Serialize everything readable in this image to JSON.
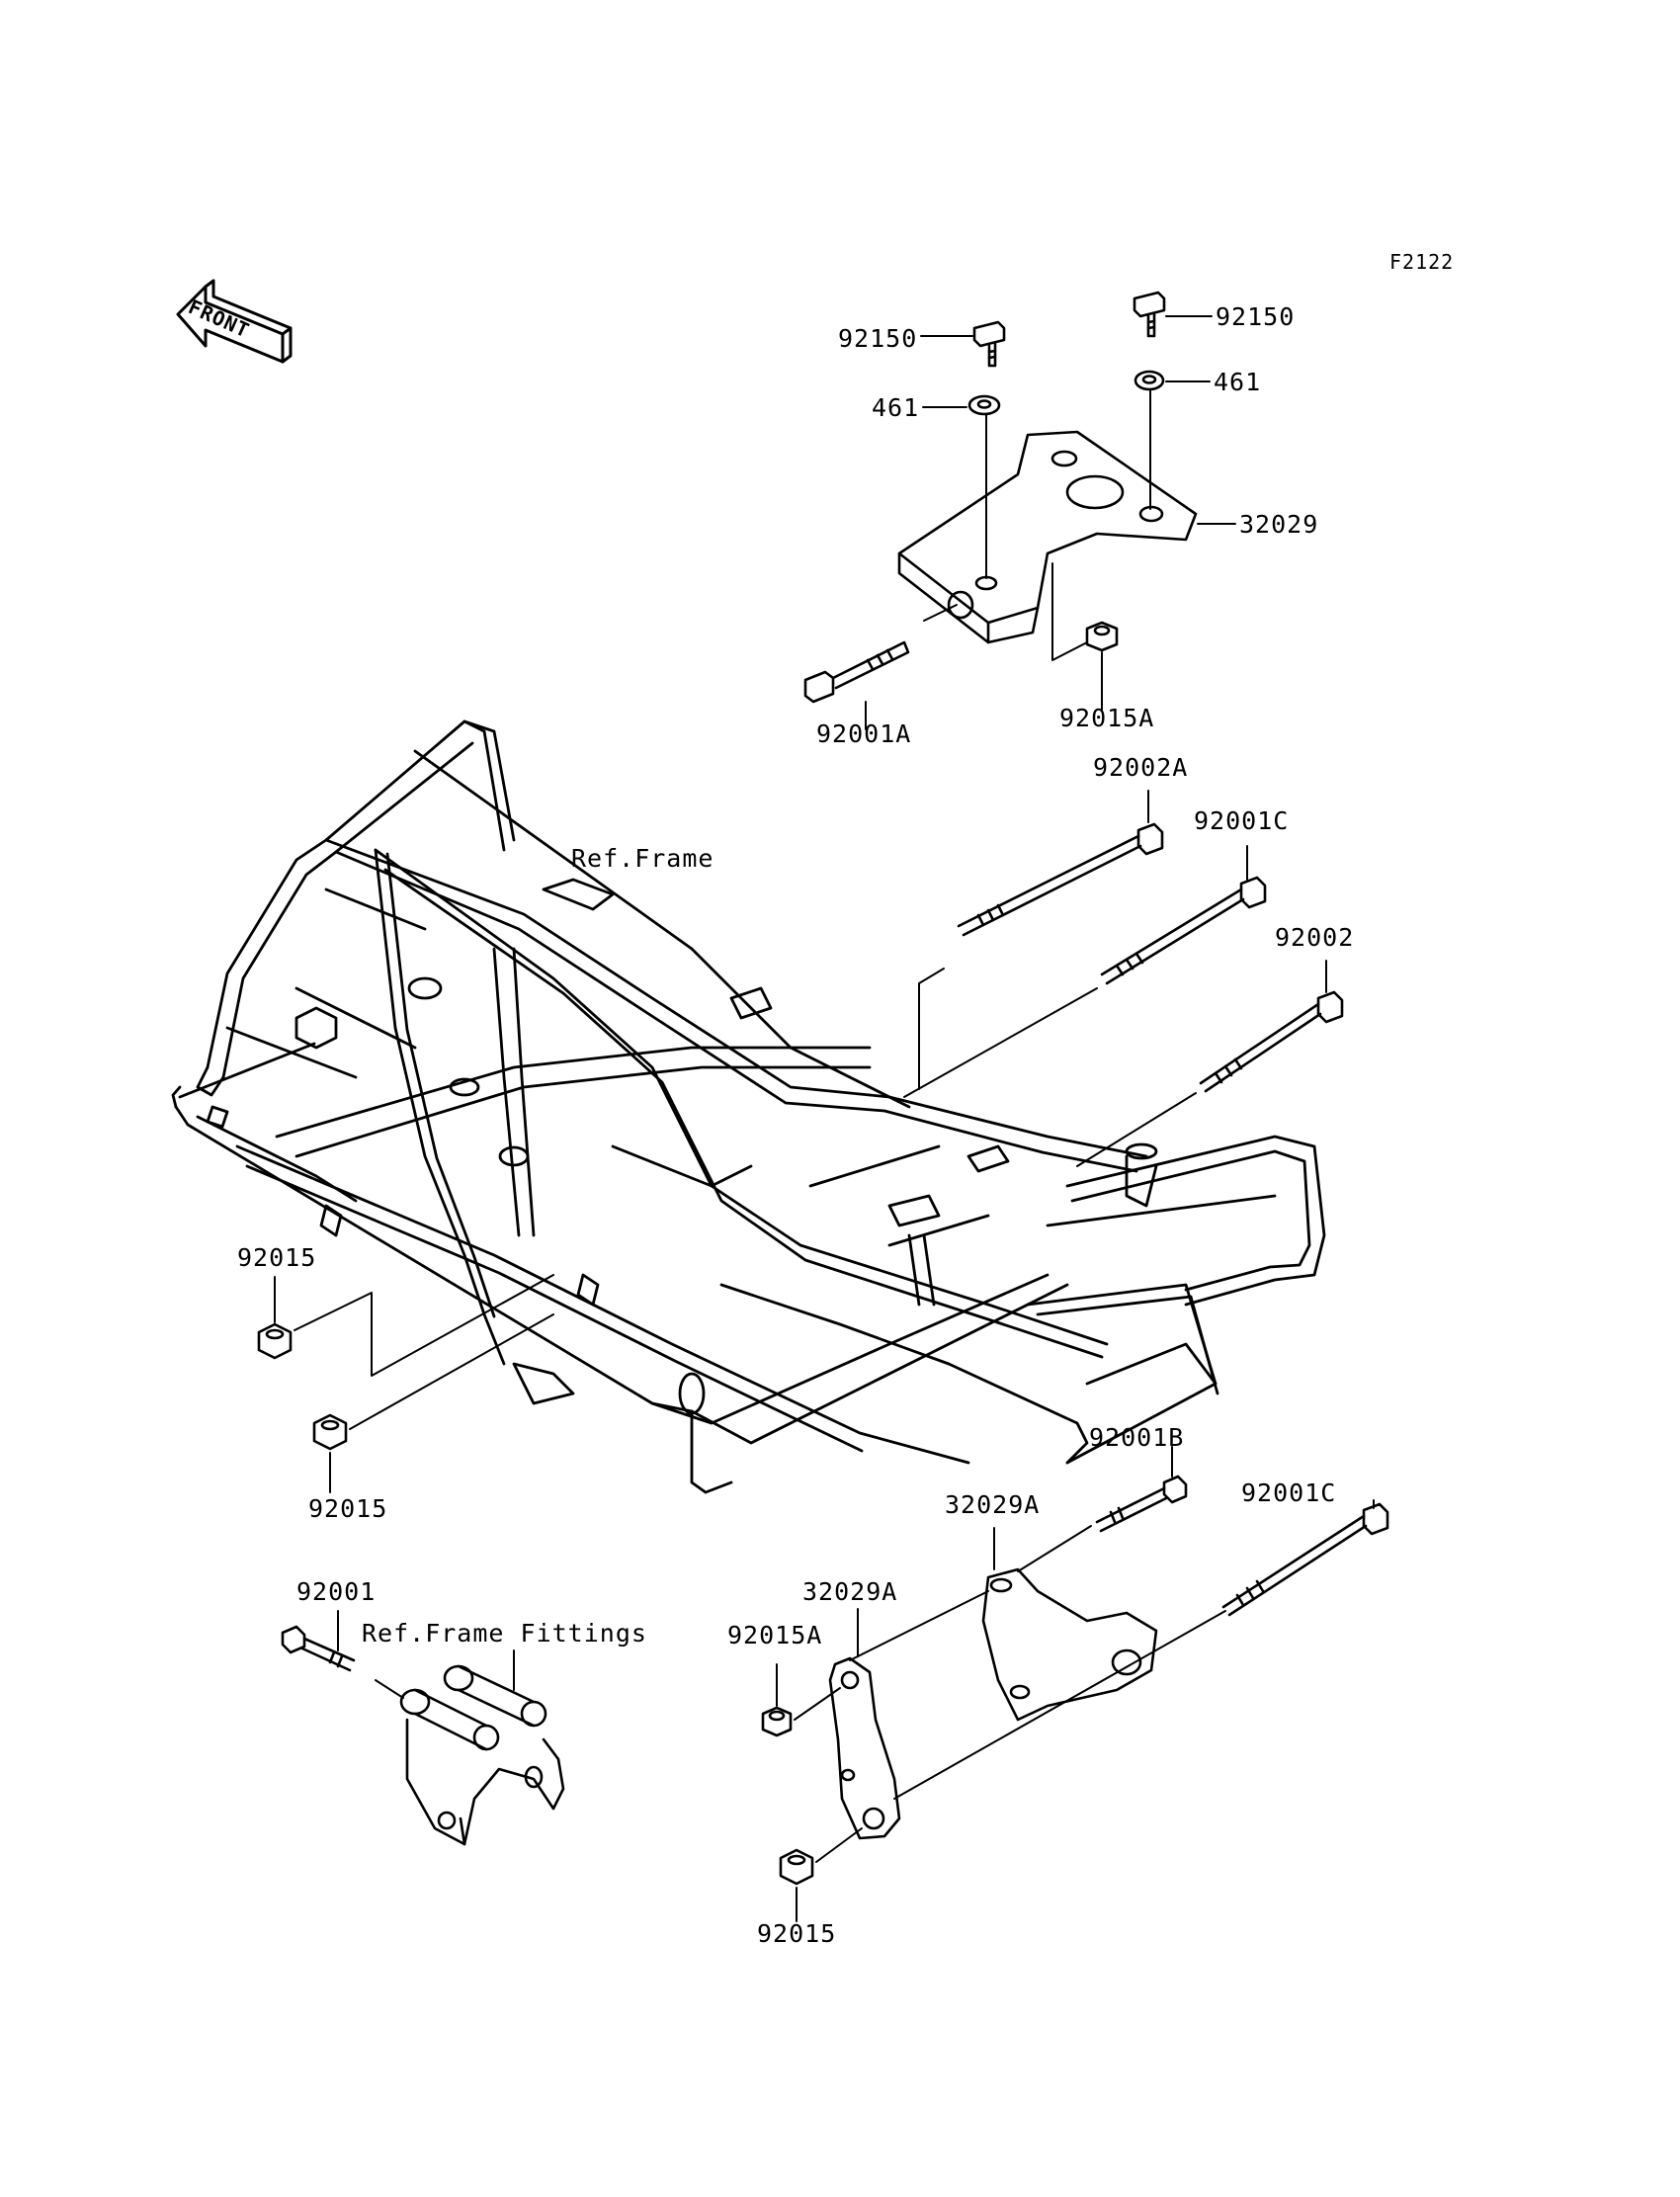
{
  "diagram": {
    "figure_code": "F2122",
    "front_label": "FRONT",
    "references": {
      "frame": "Ref.Frame",
      "frame_fittings": "Ref.Frame Fittings"
    },
    "parts": {
      "p92150_left": "92150",
      "p92150_right": "92150",
      "p461_left": "461",
      "p461_right": "461",
      "p32029": "32029",
      "p92001A": "92001A",
      "p92015A_top": "92015A",
      "p92002A": "92002A",
      "p92001C_top": "92001C",
      "p92002": "92002",
      "p92015_upper": "92015",
      "p92015_lower": "92015",
      "p92001B": "92001B",
      "p32029A_right": "32029A",
      "p92001C_bottom": "92001C",
      "p92001": "92001",
      "p32029A_left": "32029A",
      "p92015A_bottom": "92015A",
      "p92015_bottom": "92015"
    }
  }
}
